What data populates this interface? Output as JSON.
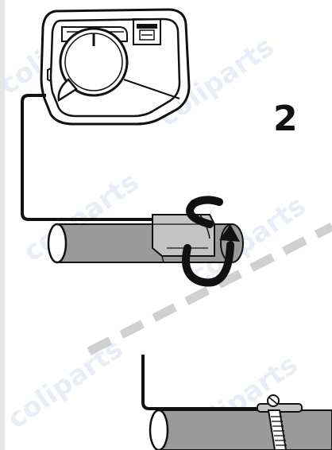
{
  "step": {
    "number": "2"
  },
  "watermark": {
    "text": "coliparts"
  },
  "colors": {
    "ink": "#111111",
    "pipe_fill": "#9a9a9a",
    "pipe_end": "#ffffff",
    "sleeve_fill": "#c4c4c4",
    "divider": "#d0d0d0",
    "left_bar": "#e6e6e6",
    "watermark": "#d8dff2"
  },
  "icons": [
    "controller-device",
    "sensor-cable",
    "pipe",
    "contact-sensor-sleeve",
    "rotate-arrow-icon",
    "cable-tie-clamp",
    "pipe-clamp-screw"
  ]
}
